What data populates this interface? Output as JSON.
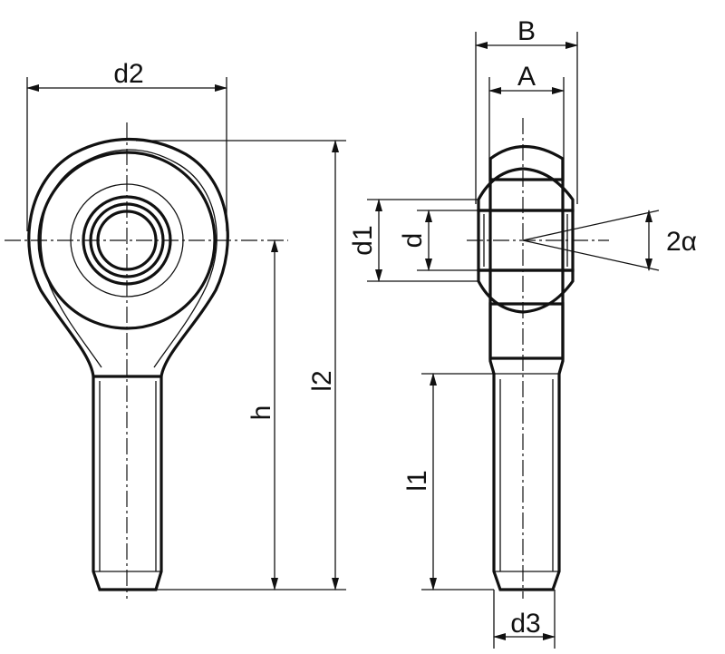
{
  "title": "Rod end with male thread - dimension drawing",
  "labels": {
    "d2": "d2",
    "h": "h",
    "l2": "l2",
    "B": "B",
    "A": "A",
    "d1": "d1",
    "d": "d",
    "angle": "2α",
    "l1": "l1",
    "d3": "d3"
  }
}
